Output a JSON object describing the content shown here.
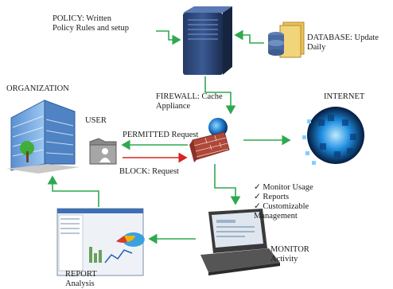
{
  "labels": {
    "policy": "POLICY: Written\nPolicy Rules and setup",
    "database": "DATABASE: Update\nDaily",
    "organization": "ORGANIZATION",
    "user": "USER",
    "firewall": "FIREWALL: Cache\nAppliance",
    "internet": "INTERNET",
    "permitted": "PERMITTED Request",
    "block": "BLOCK: Request",
    "monitor": "MONITOR\nActivity",
    "report": "REPORT\nAnalysis"
  },
  "checklist": [
    "✓ Monitor Usage",
    "✓ Reports",
    "✓ Customizable\n   Management"
  ],
  "colors": {
    "arrow_green": "#2fa84f",
    "arrow_red": "#d9231f"
  },
  "icons": {
    "server": "server-icon",
    "database": "database-icon",
    "organization": "building-icon",
    "user": "user-icon",
    "firewall": "firewall-icon",
    "internet": "internet-globe-icon",
    "monitor": "laptop-icon",
    "report": "report-screenshot-icon"
  }
}
